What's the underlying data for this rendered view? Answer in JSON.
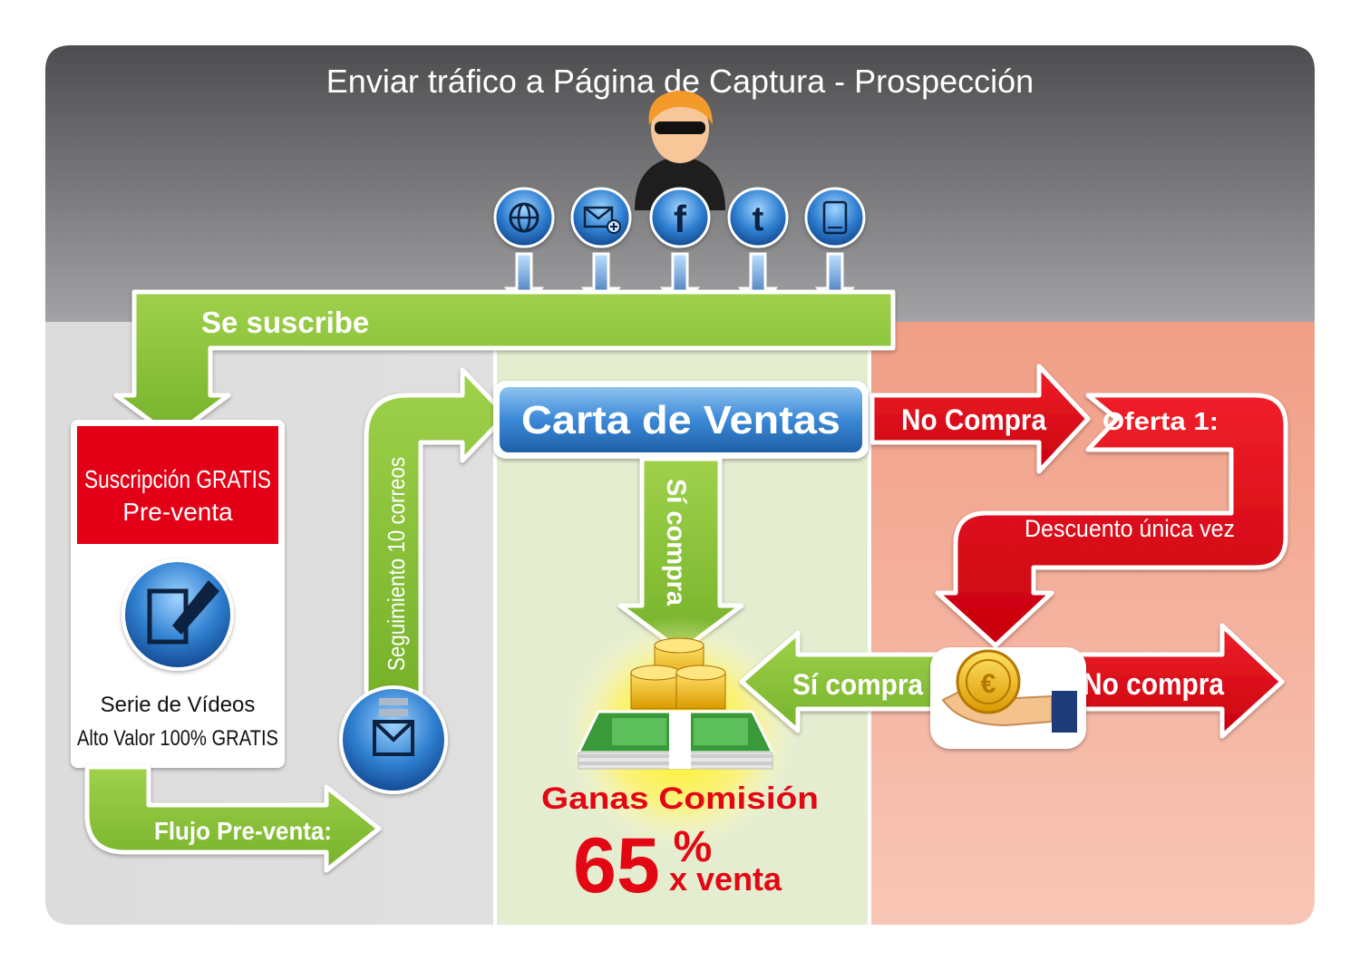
{
  "header": {
    "title": "Enviar tráfico a Página de Captura - Prospección"
  },
  "traffic_sources": [
    "globe-icon",
    "email-add-icon",
    "facebook-icon",
    "twitter-icon",
    "mobile-icon"
  ],
  "labels": {
    "subscribe": "Se suscribe",
    "free_subscription_line1": "Suscripción GRATIS",
    "free_subscription_line2": "Pre-venta",
    "video_series_line1": "Serie de Vídeos",
    "video_series_line2": "Alto Valor 100% GRATIS",
    "preventa_flow": "Flujo Pre-venta:",
    "followup": "Seguimiento 10 correos",
    "sales_letter": "Carta de Ventas",
    "no_buy_1": "No Compra",
    "offer_1": "Oferta 1:",
    "discount": "Descuento única vez",
    "yes_buy_down": "Sí compra",
    "yes_buy_left": "Sí compra",
    "no_buy_2": "No compra",
    "earn_commission": "Ganas Comisión",
    "commission_value": "65",
    "percent_sign": "%",
    "per_sale": "x venta"
  },
  "colors": {
    "header_top": "#4d4d4f",
    "header_bottom": "#939395",
    "left_panel": "#e0e0e0",
    "middle_panel": "#e4edcf",
    "right_panel": "#f3b4a0",
    "green_arrow": "#8cc63f",
    "red_arrow": "#e30613",
    "blue_button": "#2b74c2",
    "commission_red": "#e30613"
  }
}
